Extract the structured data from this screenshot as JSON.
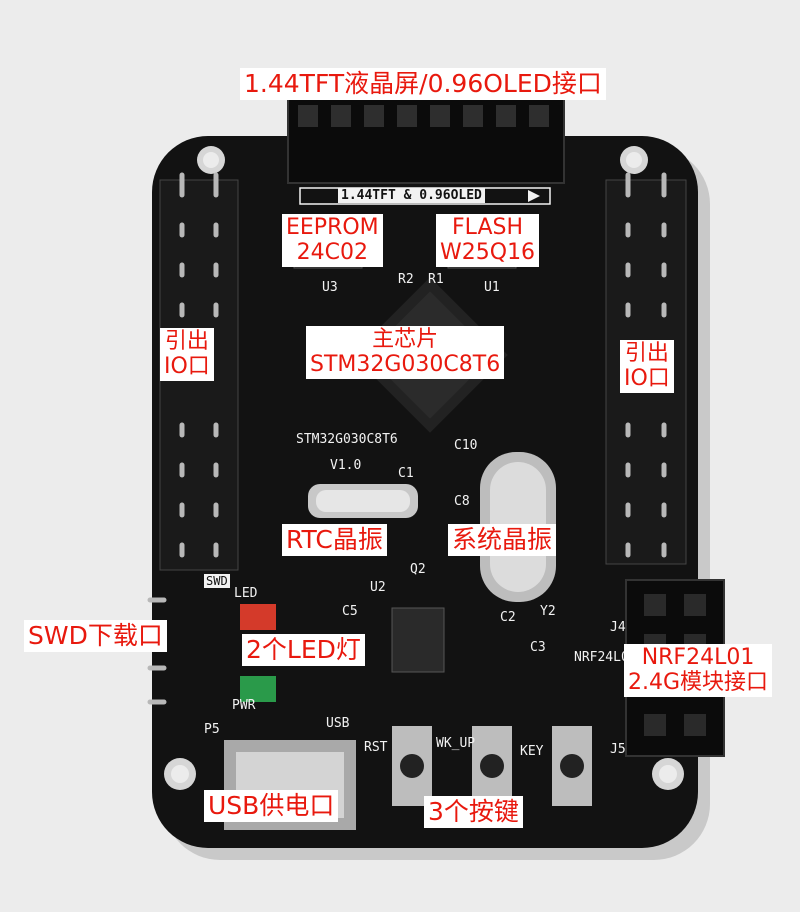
{
  "callouts": {
    "display_header": "1.44TFT液晶屏/0.96OLED接口",
    "eeprom": [
      "EEPROM",
      "24C02"
    ],
    "flash": [
      "FLASH",
      "W25Q16"
    ],
    "io_left": [
      "引出",
      "IO口"
    ],
    "io_right": [
      "引出",
      "IO口"
    ],
    "main_chip": [
      "主芯片",
      "STM32G030C8T6"
    ],
    "rtc_crystal": "RTC晶振",
    "system_crystal": "系统晶振",
    "swd": "SWD下载口",
    "leds": "2个LED灯",
    "nrf": [
      "NRF24L01",
      "2.4G模块接口"
    ],
    "usb_power": "USB供电口",
    "buttons": "3个按键"
  },
  "silkscreen": {
    "header_arrow": "1.44TFT & 0.96OLED",
    "chip_name": "STM32G030C8T6",
    "version": "V1.0",
    "u3": "U3",
    "u1": "U1",
    "u2": "U2",
    "r1": "R1",
    "r2": "R2",
    "c1": "C1",
    "c2": "C2",
    "c3": "C3",
    "c5": "C5",
    "c8": "C8",
    "c10": "C10",
    "q2": "Q2",
    "y2": "Y2",
    "swd": "SWD",
    "led": "LED",
    "pwr": "PWR",
    "p5": "P5",
    "usb": "USB",
    "rst": "RST",
    "wk_up": "WK_UP",
    "key": "KEY",
    "nrf_label": "NRF24L01",
    "j5": "J5",
    "j4": "J4"
  },
  "colors": {
    "board": "#121212",
    "silk": "#f2f2f2",
    "callout_text": "#e8190e",
    "callout_bg": "#ffffff",
    "background": "#ececec",
    "led_red": "#d43a2a",
    "led_green": "#2a9a4a"
  }
}
